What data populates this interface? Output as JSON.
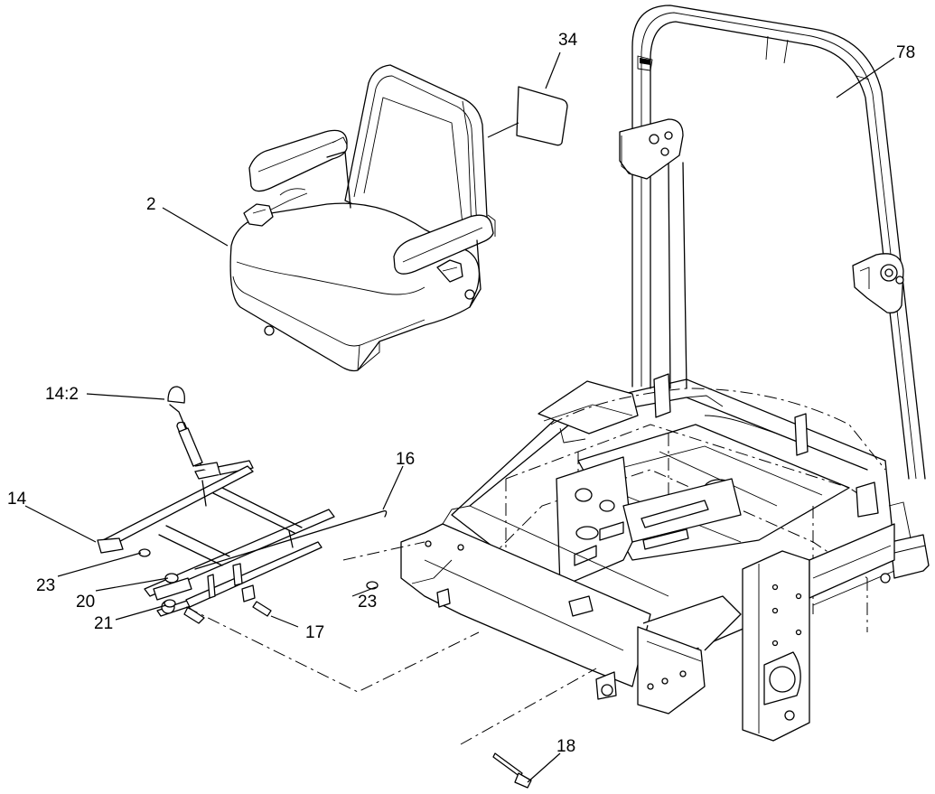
{
  "callouts": {
    "c34": "34",
    "c78": "78",
    "c2": "2",
    "c14_2": "14:2",
    "c16": "16",
    "c14": "14",
    "c23a": "23",
    "c20": "20",
    "c21": "21",
    "c23b": "23",
    "c17": "17",
    "c18": "18"
  }
}
